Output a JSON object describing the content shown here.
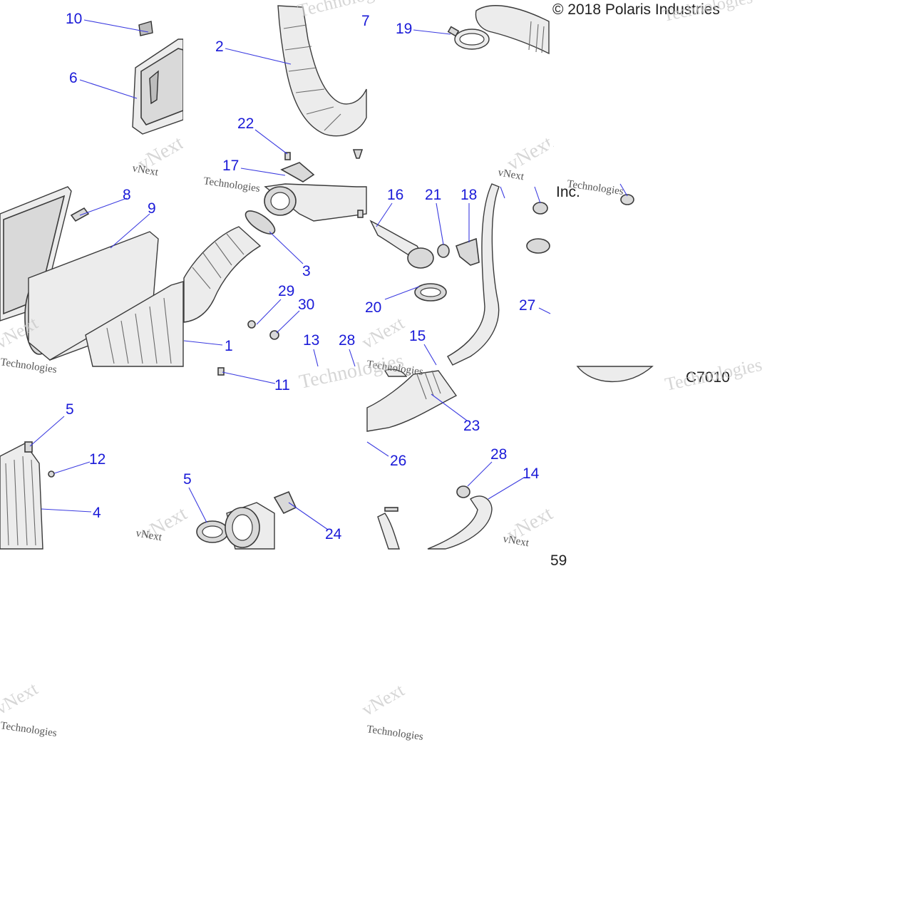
{
  "header": {
    "copyright": "© 2018 Polaris Industries",
    "suffix": "Inc."
  },
  "diagram": {
    "code": "C7010",
    "fragment": "59",
    "watermark_brand": "vNext",
    "watermark_sub": "Technologies",
    "callout_color": "#1a1ad8",
    "callouts": [
      "10",
      "6",
      "2",
      "7",
      "22",
      "17",
      "19",
      "8",
      "9",
      "3",
      "1",
      "29",
      "30",
      "13",
      "28",
      "11",
      "16",
      "21",
      "18",
      "20",
      "27",
      "15",
      "23",
      "26",
      "28",
      "14",
      "5",
      "12",
      "4",
      "5",
      "24"
    ]
  },
  "icons": [
    "air-box-cover-icon",
    "air-filter-icon",
    "intake-duct-icon",
    "hose-clamp-icon",
    "throttle-body-icon",
    "sensor-icon",
    "bolt-icon"
  ]
}
